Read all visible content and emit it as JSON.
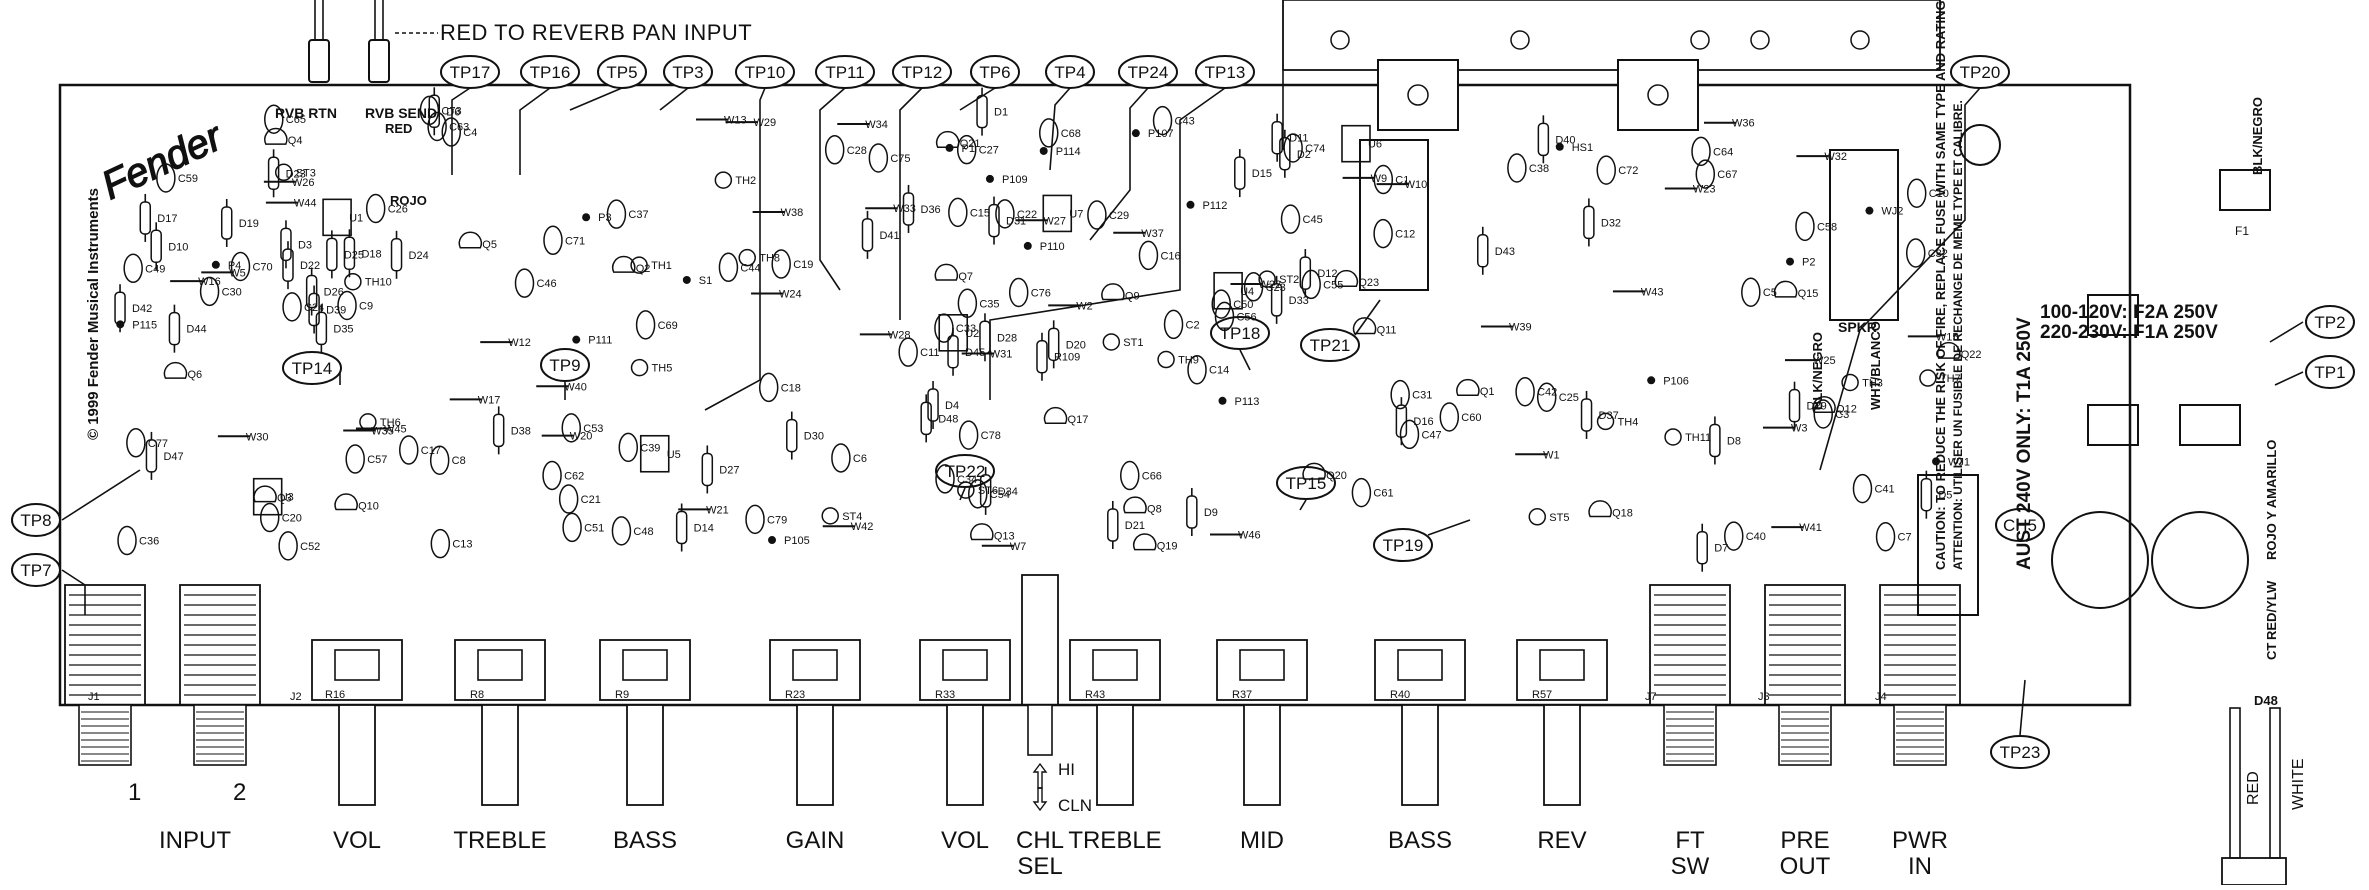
{
  "header": {
    "reverb_note": "RED TO REVERB PAN INPUT"
  },
  "copyright": "© 1999 Fender Musical Instruments",
  "logo_text": "Fender",
  "test_points": [
    "TP17",
    "TP16",
    "TP5",
    "TP3",
    "TP10",
    "TP11",
    "TP12",
    "TP6",
    "TP4",
    "TP24",
    "TP13",
    "TP20",
    "TP2",
    "TP1",
    "TP14",
    "TP9",
    "TP18",
    "TP21",
    "TP22",
    "TP15",
    "TP19",
    "TP8",
    "TP7",
    "TP23",
    "CH5"
  ],
  "jack_labels": {
    "rvb_rtn": "RVB RTN",
    "rvb_send": "RVB SEND",
    "red": "RED",
    "rojo": "ROJO"
  },
  "power_labels": {
    "caution": "CAUTION: TO REDUCE THE RISK OF FIRE, REPLACE FUSE WITH SAME TYPE AND RATING.",
    "attention": "ATTENTION: UTILISER UN FUSIBLE DE RECHANGE DE MEME TYPE ET CALIBRE.",
    "fuse_ratings": [
      "100-120V: F2A 250V",
      "220-230V: F1A 250V"
    ],
    "aust": "AUST 240V ONLY: T1A 250V",
    "spkr": "SPKR",
    "blk_negro": "BLK/NEGRO",
    "wht_blanco": "WHT/BLANCO",
    "rojo_y_amarillo": "ROJO Y AMARILLO",
    "red_ylw": "RED/YLW",
    "ct": "CT",
    "red": "RED",
    "white": "WHITE",
    "d48": "D48",
    "f1": "F1"
  },
  "input_numbers": [
    "1",
    "2"
  ],
  "controls": [
    {
      "label": "INPUT"
    },
    {
      "label": "VOL"
    },
    {
      "label": "TREBLE"
    },
    {
      "label": "BASS"
    },
    {
      "label": "GAIN"
    },
    {
      "label": "VOL"
    },
    {
      "label": "CHL\nSEL"
    },
    {
      "label": "TREBLE"
    },
    {
      "label": "MID"
    },
    {
      "label": "BASS"
    },
    {
      "label": "REV"
    },
    {
      "label": "FT\nSW"
    },
    {
      "label": "PRE\nOUT"
    },
    {
      "label": "PWR\nIN"
    }
  ],
  "switch_labels": {
    "hi": "HI",
    "cln": "CLN"
  },
  "pot_refs": [
    "R16",
    "R8",
    "R9",
    "R23",
    "R33",
    "R43",
    "R37",
    "R40",
    "R57"
  ],
  "jack_refs": [
    "J1",
    "J2",
    "J7",
    "J3",
    "J4"
  ],
  "component_refs": [
    "R109",
    "U1",
    "U2",
    "U3",
    "U4",
    "U5",
    "U6",
    "U7",
    "C1",
    "C2",
    "C4",
    "C7",
    "C9",
    "C10",
    "C11",
    "C12",
    "C13",
    "C15",
    "C16",
    "C17",
    "C19",
    "C20",
    "C21",
    "C22",
    "C23",
    "C25",
    "C26",
    "C27",
    "C30",
    "C31",
    "C32",
    "C33",
    "C34",
    "C35",
    "C37",
    "C38",
    "C39",
    "C40",
    "C41",
    "C42",
    "C43",
    "C44",
    "C46",
    "C47",
    "C48",
    "C49",
    "C50",
    "C52",
    "C54",
    "C56",
    "C57",
    "C58",
    "C59",
    "C60",
    "C61",
    "C62",
    "C63",
    "C65",
    "C66",
    "C67",
    "C68",
    "C69",
    "C70",
    "C71",
    "C72",
    "C73",
    "C74",
    "C75",
    "C76",
    "C77",
    "C78",
    "C79",
    "Q1",
    "Q2",
    "Q3",
    "Q4",
    "Q5",
    "Q6",
    "Q7",
    "Q8",
    "Q9",
    "Q10",
    "Q11",
    "Q12",
    "Q13",
    "Q15",
    "Q17",
    "Q18",
    "Q19",
    "Q20",
    "Q21",
    "Q22",
    "Q23",
    "W1",
    "W2",
    "W3",
    "W5",
    "W7",
    "W9",
    "W10",
    "W12",
    "W13",
    "W15",
    "W16",
    "W17",
    "W20",
    "W21",
    "W22",
    "W23",
    "W24",
    "W25",
    "W26",
    "W27",
    "W28",
    "W29",
    "W30",
    "W31",
    "W32",
    "W33",
    "W34",
    "W35",
    "W36",
    "W37",
    "W38",
    "W39",
    "W40",
    "W41",
    "W42",
    "W43",
    "W44",
    "W45",
    "W46",
    "TH1",
    "TH2",
    "TH3",
    "TH4",
    "TH5",
    "TH6",
    "TH7",
    "TH8",
    "TH9",
    "TH10",
    "TH11",
    "ST1",
    "ST2",
    "ST3",
    "ST4",
    "ST5",
    "ST6",
    "P1",
    "P2",
    "P3",
    "P4",
    "P105",
    "P106",
    "P107",
    "P109",
    "P110",
    "P111",
    "P112",
    "P113",
    "P114",
    "P115",
    "D1",
    "D2",
    "D3",
    "D4",
    "D5",
    "D6",
    "D7",
    "D8",
    "D9",
    "D10",
    "D11",
    "D12",
    "D14",
    "D15",
    "D16",
    "D17",
    "D18",
    "D19",
    "D20",
    "D21",
    "D22",
    "D23",
    "D24",
    "D25",
    "D26",
    "D27",
    "D28",
    "D29",
    "D30",
    "D31",
    "D32",
    "D33",
    "D34",
    "D35",
    "D36",
    "D37",
    "D38",
    "D39",
    "D40",
    "D41",
    "D42",
    "D43",
    "D44",
    "D45",
    "D47",
    "D48",
    "HS1",
    "WJ1",
    "WJ2",
    "S1",
    "C3",
    "C5",
    "C6",
    "C8",
    "C14",
    "C18",
    "C24",
    "C28",
    "C29",
    "C36",
    "C45",
    "C51",
    "C53",
    "C55",
    "C64"
  ]
}
